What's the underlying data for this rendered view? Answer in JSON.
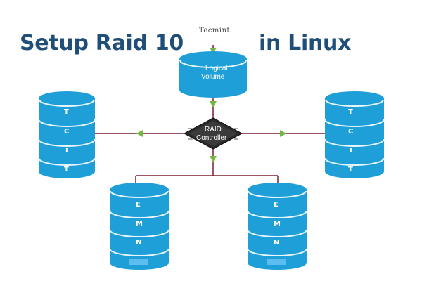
{
  "title": {
    "left": "Setup Raid 10",
    "right": "in Linux"
  },
  "brand": "Tecmint",
  "logical_volume": {
    "line1": "Logical",
    "line2": "Volume"
  },
  "controller": {
    "line1": "RAID",
    "line2": "Controller"
  },
  "disk_tcit_labels": [
    "T",
    "C",
    "I",
    "T"
  ],
  "disk_emn_labels": [
    "E",
    "M",
    "N"
  ],
  "colors": {
    "title": "#1f4e79",
    "disk_fill": "#1e9fd8",
    "disk_ring": "#e8f6fc",
    "line": "#7a2030",
    "arrow": "#72b843",
    "chip": "#2a2a2a"
  }
}
